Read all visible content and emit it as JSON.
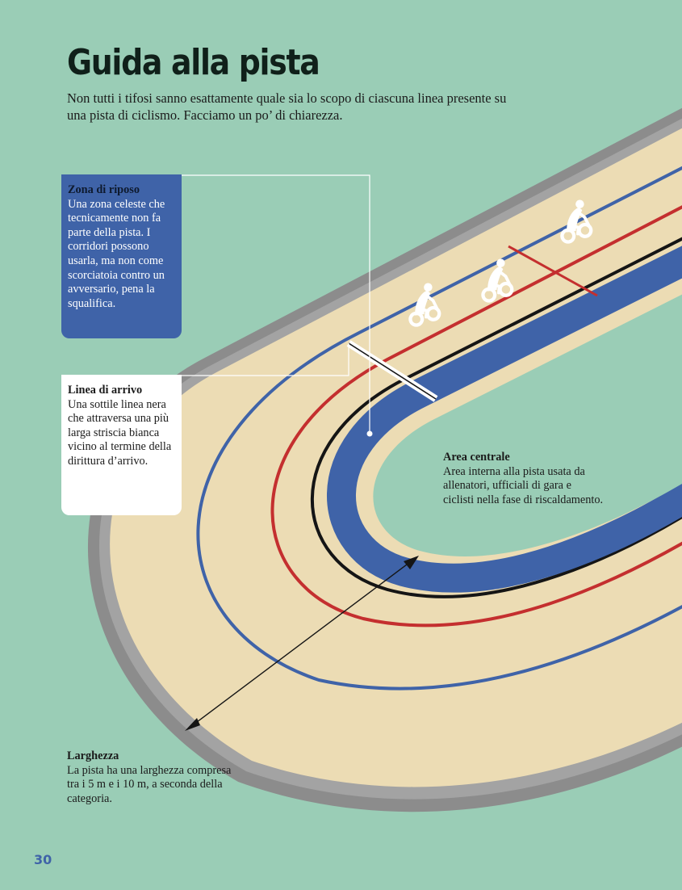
{
  "page": {
    "title": "Guida alla pista",
    "intro": "Non tutti i tifosi sanno esattamente quale sia lo scopo di ciascuna linea presente su una pista di ciclismo. Facciamo un po’ di chiarezza.",
    "page_number": "30"
  },
  "callouts": {
    "zona_riposo": {
      "heading": "Zona di riposo",
      "text": "Una zona celeste che tecnicamente non fa parte della pista. I corridori possono usarla, ma non come scorciatoia contro un avversario, pena la squalifica."
    },
    "linea_arrivo": {
      "heading": "Linea di arrivo",
      "text": "Una sottile linea nera che attraversa una più larga striscia bianca vicino al termine della dirittura d’arrivo."
    },
    "area_centrale": {
      "heading": "Area centrale",
      "text": "Area interna alla pista usata da allenatori, ufficiali di gara e ciclisti nella fase di riscaldamento."
    },
    "larghezza": {
      "heading": "Larghezza",
      "text": "La pista ha una larghezza compresa tra i 5 m e i 10 m, a seconda della categoria."
    }
  },
  "colors": {
    "background": "#9acdb6",
    "track_surface": "#ecdcb4",
    "wall": "#8a8a8a",
    "blue_zone": "#3f63a8",
    "red_line": "#c42f2f",
    "black_line": "#151515",
    "infield": "#9acdb6"
  },
  "icons": [
    "cyclist-icon",
    "cyclist-icon",
    "cyclist-icon"
  ]
}
